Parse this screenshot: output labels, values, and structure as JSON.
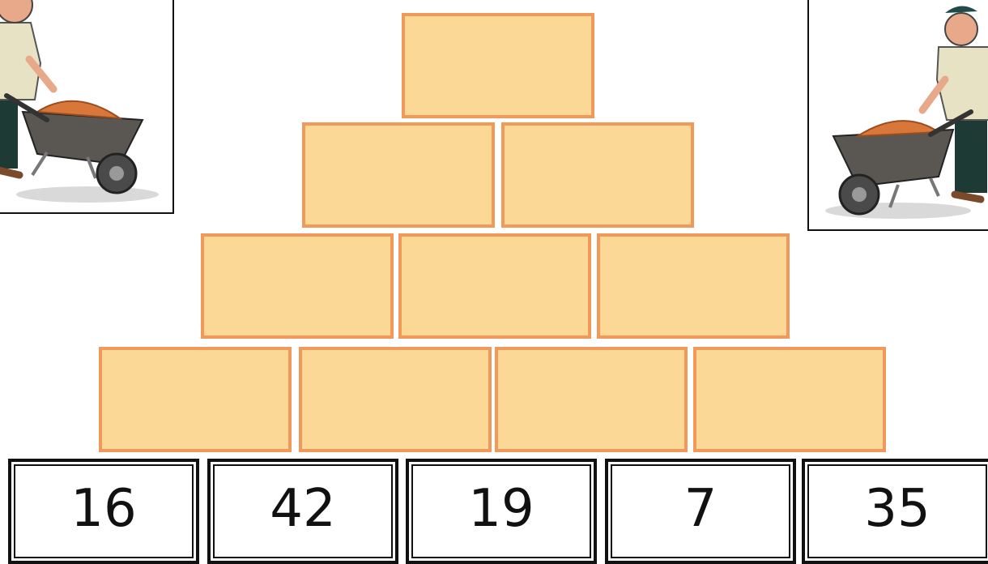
{
  "game": {
    "type": "number-pyramid",
    "pyramid_rows": [
      1,
      2,
      3,
      4
    ],
    "number_cards": [
      {
        "label": "16"
      },
      {
        "label": "42"
      },
      {
        "label": "19"
      },
      {
        "label": "7"
      },
      {
        "label": "35"
      }
    ],
    "colors": {
      "brick_fill": "#fcd897",
      "brick_border": "#f0995a",
      "card_border": "#111111",
      "background": "#ffffff"
    },
    "illustrations": [
      "worker-with-wheelbarrow-left",
      "worker-with-wheelbarrow-right"
    ]
  }
}
